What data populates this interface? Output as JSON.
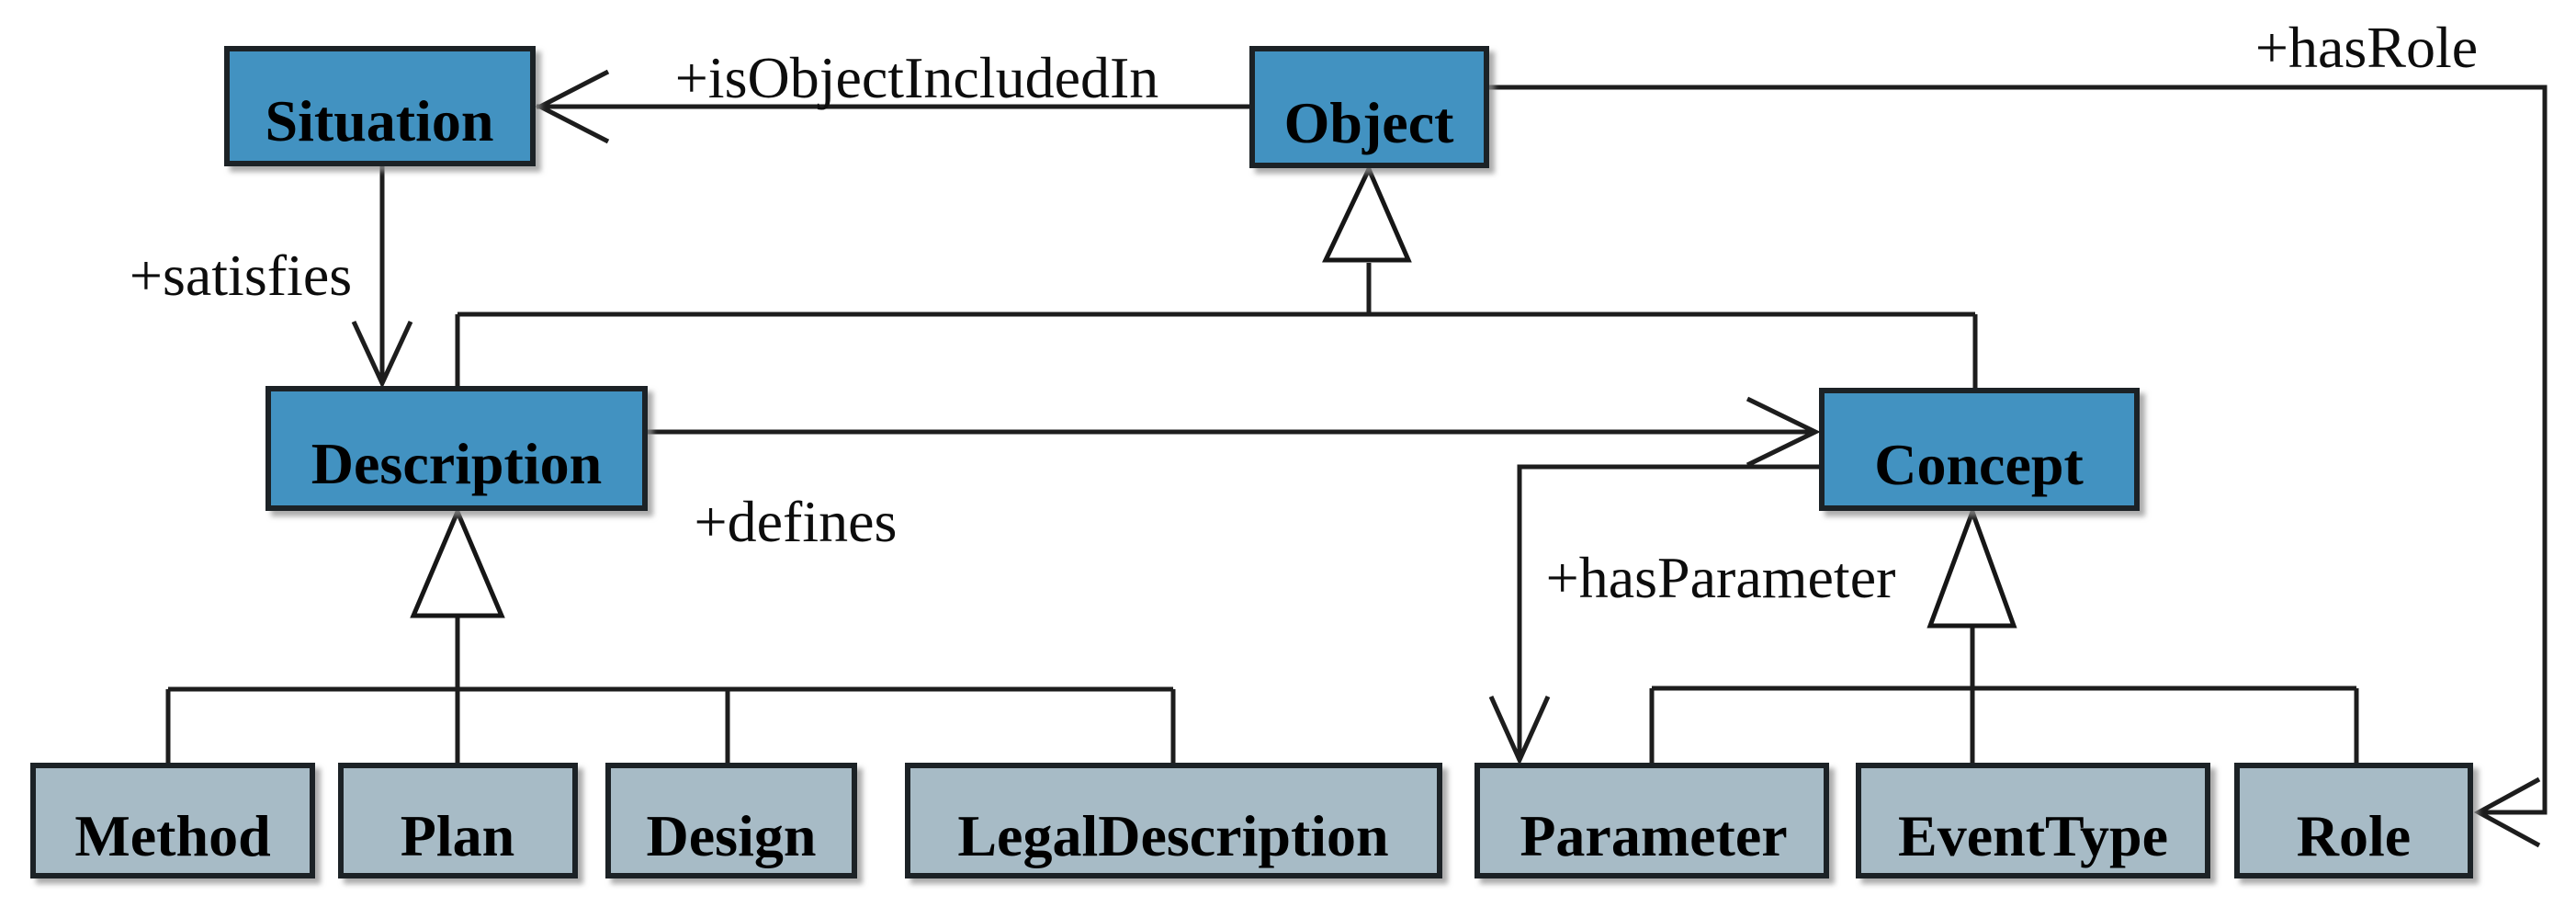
{
  "diagram": {
    "kind": "uml-class-diagram",
    "background": "#ffffff",
    "colors": {
      "class_fill": "#4392c1",
      "subclass_fill": "#a7bbc6",
      "box_border": "#1c2228",
      "line": "#1d1d1d",
      "triangle_fill": "#ffffff",
      "text": "#000000"
    },
    "nodes": {
      "situation": {
        "label": "Situation"
      },
      "object": {
        "label": "Object"
      },
      "description": {
        "label": "Description"
      },
      "concept": {
        "label": "Concept"
      },
      "method": {
        "label": "Method"
      },
      "plan": {
        "label": "Plan"
      },
      "design": {
        "label": "Design"
      },
      "legaldescription": {
        "label": "LegalDescription"
      },
      "parameter": {
        "label": "Parameter"
      },
      "eventtype": {
        "label": "EventType"
      },
      "role": {
        "label": "Role"
      }
    },
    "relations": {
      "isObjectIncludedIn": {
        "label": "+isObjectIncludedIn",
        "from": "Object",
        "to": "Situation"
      },
      "hasRole": {
        "label": "+hasRole",
        "from": "Object",
        "to": "Role"
      },
      "satisfies": {
        "label": "+satisfies",
        "from": "Situation",
        "to": "Description"
      },
      "defines": {
        "label": "+defines",
        "from": "Description",
        "to": "Concept"
      },
      "hasParameter": {
        "label": "+hasParameter",
        "from": "Concept",
        "to": "Parameter"
      }
    },
    "generalizations": [
      {
        "parent": "Object",
        "children": [
          "Description",
          "Concept"
        ]
      },
      {
        "parent": "Description",
        "children": [
          "Method",
          "Plan",
          "Design",
          "LegalDescription"
        ]
      },
      {
        "parent": "Concept",
        "children": [
          "Parameter",
          "EventType",
          "Role"
        ]
      }
    ]
  }
}
